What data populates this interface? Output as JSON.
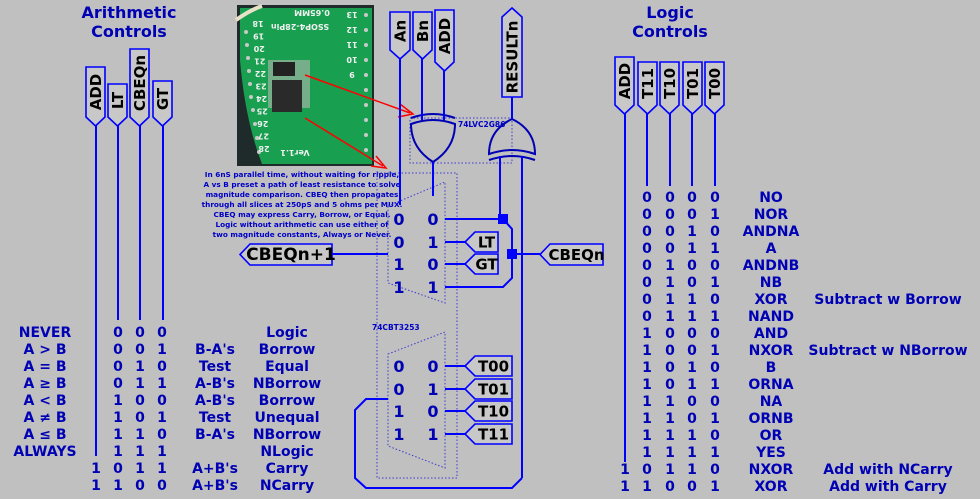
{
  "colors": {
    "background": "#c0c0c0",
    "text": "#0000b4",
    "wire": "#0000ff",
    "arrow": "#ff0000",
    "photo_board": "#1a9a4a"
  },
  "arithmetic": {
    "title_line1": "Arithmetic",
    "title_line2": "Controls",
    "pins": [
      "ADD",
      "LT",
      "CBEQn",
      "GT"
    ],
    "rows": [
      {
        "name": "NEVER",
        "add": "",
        "bits": [
          "0",
          "0",
          "0"
        ],
        "op": "",
        "result": "Logic"
      },
      {
        "name": "A > B",
        "add": "",
        "bits": [
          "0",
          "0",
          "1"
        ],
        "op": "B-A's",
        "result": "Borrow"
      },
      {
        "name": "A = B",
        "add": "",
        "bits": [
          "0",
          "1",
          "0"
        ],
        "op": "Test",
        "result": "Equal"
      },
      {
        "name": "A ≥ B",
        "add": "",
        "bits": [
          "0",
          "1",
          "1"
        ],
        "op": "A-B's",
        "result": "NBorrow"
      },
      {
        "name": "A < B",
        "add": "",
        "bits": [
          "1",
          "0",
          "0"
        ],
        "op": "A-B's",
        "result": "Borrow"
      },
      {
        "name": "A ≠ B",
        "add": "",
        "bits": [
          "1",
          "0",
          "1"
        ],
        "op": "Test",
        "result": "Unequal"
      },
      {
        "name": "A ≤ B",
        "add": "",
        "bits": [
          "1",
          "1",
          "0"
        ],
        "op": "B-A's",
        "result": "NBorrow"
      },
      {
        "name": "ALWAYS",
        "add": "",
        "bits": [
          "1",
          "1",
          "1"
        ],
        "op": "",
        "result": "NLogic"
      },
      {
        "name": "",
        "add": "1",
        "bits": [
          "0",
          "1",
          "1"
        ],
        "op": "A+B's",
        "result": "Carry"
      },
      {
        "name": "",
        "add": "1",
        "bits": [
          "1",
          "0",
          "0"
        ],
        "op": "A+B's",
        "result": "NCarry"
      }
    ]
  },
  "logic": {
    "title_line1": "Logic",
    "title_line2": "Controls",
    "pins": [
      "ADD",
      "T11",
      "T10",
      "T01",
      "T00"
    ],
    "rows": [
      {
        "add": "",
        "bits": [
          "0",
          "0",
          "0",
          "0"
        ],
        "name": "NO",
        "note": ""
      },
      {
        "add": "",
        "bits": [
          "0",
          "0",
          "0",
          "1"
        ],
        "name": "NOR",
        "note": ""
      },
      {
        "add": "",
        "bits": [
          "0",
          "0",
          "1",
          "0"
        ],
        "name": "ANDNA",
        "note": ""
      },
      {
        "add": "",
        "bits": [
          "0",
          "0",
          "1",
          "1"
        ],
        "name": "A",
        "note": ""
      },
      {
        "add": "",
        "bits": [
          "0",
          "1",
          "0",
          "0"
        ],
        "name": "ANDNB",
        "note": ""
      },
      {
        "add": "",
        "bits": [
          "0",
          "1",
          "0",
          "1"
        ],
        "name": "NB",
        "note": ""
      },
      {
        "add": "",
        "bits": [
          "0",
          "1",
          "1",
          "0"
        ],
        "name": "XOR",
        "note": "Subtract w Borrow"
      },
      {
        "add": "",
        "bits": [
          "0",
          "1",
          "1",
          "1"
        ],
        "name": "NAND",
        "note": ""
      },
      {
        "add": "",
        "bits": [
          "1",
          "0",
          "0",
          "0"
        ],
        "name": "AND",
        "note": ""
      },
      {
        "add": "",
        "bits": [
          "1",
          "0",
          "0",
          "1"
        ],
        "name": "NXOR",
        "note": "Subtract w NBorrow"
      },
      {
        "add": "",
        "bits": [
          "1",
          "0",
          "1",
          "0"
        ],
        "name": "B",
        "note": ""
      },
      {
        "add": "",
        "bits": [
          "1",
          "0",
          "1",
          "1"
        ],
        "name": "ORNA",
        "note": ""
      },
      {
        "add": "",
        "bits": [
          "1",
          "1",
          "0",
          "0"
        ],
        "name": "NA",
        "note": ""
      },
      {
        "add": "",
        "bits": [
          "1",
          "1",
          "0",
          "1"
        ],
        "name": "ORNB",
        "note": ""
      },
      {
        "add": "",
        "bits": [
          "1",
          "1",
          "1",
          "0"
        ],
        "name": "OR",
        "note": ""
      },
      {
        "add": "",
        "bits": [
          "1",
          "1",
          "1",
          "1"
        ],
        "name": "YES",
        "note": ""
      },
      {
        "add": "1",
        "bits": [
          "0",
          "1",
          "1",
          "0"
        ],
        "name": "NXOR",
        "note": "Add with NCarry"
      },
      {
        "add": "1",
        "bits": [
          "1",
          "0",
          "0",
          "1"
        ],
        "name": "XOR",
        "note": "Add with Carry"
      }
    ]
  },
  "circuit": {
    "inputs": [
      "An",
      "Bn",
      "ADD"
    ],
    "output": "RESULTn",
    "xor_part": "74LVC2G86",
    "mux_part": "74CBT3253",
    "carry_out": "CBEQn+1",
    "carry_in": "CBEQn",
    "mux1_rows": [
      [
        "0",
        "0"
      ],
      [
        "0",
        "1"
      ],
      [
        "1",
        "0"
      ],
      [
        "1",
        "1"
      ]
    ],
    "mux1_labels": [
      "LT",
      "GT"
    ],
    "mux2_rows": [
      [
        "0",
        "0"
      ],
      [
        "0",
        "1"
      ],
      [
        "1",
        "0"
      ],
      [
        "1",
        "1"
      ]
    ],
    "mux2_labels": [
      "T00",
      "T01",
      "T10",
      "T11"
    ]
  },
  "photo": {
    "board_marks": [
      "13",
      "12",
      "11",
      "10",
      "9",
      "18",
      "19",
      "20",
      "21",
      "22",
      "23",
      "24",
      "25",
      "26",
      "27",
      "28",
      "0.65MM",
      "SSOP4-28Pin",
      "Ver1.1"
    ]
  },
  "note": {
    "p1": [
      "In 6nS parallel time, without waiting for ripple,",
      "A vs B preset a path of least resistance to solve",
      "magnitude comparison. CBEQ then propagates",
      "through all slices at 250pS and 5 ohms per MUX."
    ],
    "p2": [
      "CBEQ may express Carry, Borrow, or Equal.",
      "Logic without arithmetic can use either of",
      "two magnitude constants, Always or Never."
    ]
  }
}
